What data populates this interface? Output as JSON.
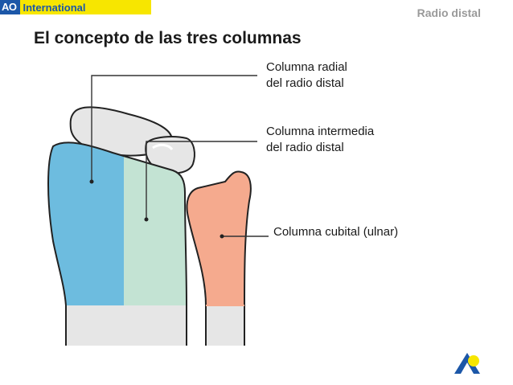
{
  "header": {
    "logo_ao": "AO",
    "logo_international": "International",
    "section": "Radio distal"
  },
  "title": "El concepto de las tres columnas",
  "labels": {
    "radial": [
      "Columna radial",
      "del radio distal"
    ],
    "intermediate": [
      "Columna intermedia",
      "del radio distal"
    ],
    "ulnar": "Columna cubital (ulnar)"
  },
  "colors": {
    "radial_column": "#6dbcdf",
    "intermediate_column": "#c3e3d3",
    "ulnar_column": "#f5aa8e",
    "shaft": "#e6e6e6",
    "carpal": "#e6e6e6",
    "outline": "#222222",
    "logo_yellow": "#f7e600",
    "logo_blue": "#1c57a8"
  }
}
